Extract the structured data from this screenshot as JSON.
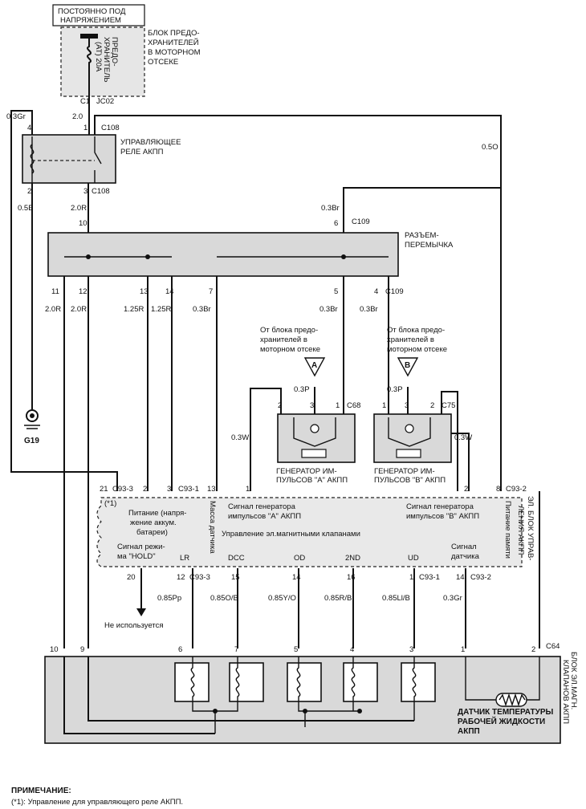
{
  "header": {
    "constant_power_line1": "ПОСТОЯННО ПОД",
    "constant_power_line2": "НАПРЯЖЕНИЕМ"
  },
  "fuse_block": {
    "label_line1": "БЛОК ПРЕДО-",
    "label_line2": "ХРАНИТЕЛЕЙ",
    "label_line3": "В МОТОРНОМ",
    "label_line4": "ОТСЕКЕ",
    "fuse_line1": "ПРЕДО-",
    "fuse_line2": "ХРАНИТЕЛЬ",
    "fuse_line3": "(АТ) 20A"
  },
  "relay": {
    "label_line1": "УПРАВЛЯЮЩЕЕ",
    "label_line2": "РЕЛЕ АКПП",
    "connector_top": "C108",
    "connector_bottom": "C108"
  },
  "connector_c02": {
    "pin": "C1",
    "name": "JC02"
  },
  "jumper": {
    "label_line1": "РАЗЪЕМ-",
    "label_line2": "ПЕРЕМЫЧКА",
    "connector_top": "C109",
    "connector_bottom": "C109"
  },
  "wires": {
    "w_2_0": "2.0",
    "w_0_3gr": "0.3Gr",
    "w_0_5o": "0.5O",
    "w_0_5b": "0.5B",
    "w_2_0r": "2.0R",
    "w_0_3br": "0.3Br",
    "w_1_25r": "1.25R",
    "w_0_3p": "0.3P",
    "w_0_3w": "0.3W",
    "w_0_85pp": "0.85Pp",
    "w_0_85ob": "0.85O/B",
    "w_0_85yo": "0.85Y/O",
    "w_0_85rb": "0.85R/B",
    "w_0_85lb": "0.85Ll/B",
    "w_0_3gr_b": "0.3Gr"
  },
  "pins": {
    "p1": "1",
    "p2": "2",
    "p3": "3",
    "p4": "4",
    "p5": "5",
    "p6": "6",
    "p7": "7",
    "p8": "8",
    "p9": "9",
    "p10": "10",
    "p11": "11",
    "p12": "12",
    "p13": "13",
    "p14": "14",
    "p15": "15",
    "p16": "16",
    "p20": "20",
    "p21": "21"
  },
  "ground": {
    "name": "G19"
  },
  "pulse_gen_a": {
    "from_line1": "От блока предо-",
    "from_line2": "хранителей в",
    "from_line3": "моторном отсеке",
    "ref": "A",
    "connector": "C68",
    "label_line1": "ГЕНЕРАТОР ИМ-",
    "label_line2": "ПУЛЬСОВ \"A\" АКПП"
  },
  "pulse_gen_b": {
    "from_line1": "От блока предо-",
    "from_line2": "хранителей в",
    "from_line3": "моторном отсеке",
    "ref": "B",
    "connector": "C75",
    "label_line1": "ГЕНЕРАТОР ИМ-",
    "label_line2": "ПУЛЬСОВ \"B\" АКПП"
  },
  "ecu": {
    "conn_c93_3": "C93-3",
    "conn_c93_1": "C93-1",
    "conn_c93_2": "C93-2",
    "note_ref": "(*1)",
    "power_line1": "Питание (напря-",
    "power_line2": "жение аккум.",
    "power_line3": "батареи)",
    "ground_sensor": "Масса датчика",
    "sig_a_line1": "Сигнал генератора",
    "sig_a_line2": "импульсов \"A\" АКПП",
    "sig_b_line1": "Сигнал генератора",
    "sig_b_line2": "импульсов \"B\" АКПП",
    "memory_power": "Питание памяти",
    "valve_control": "Управление эл.магнитными клапанами",
    "hold_line1": "Сигнал режи-",
    "hold_line2": "ма \"HOLD\"",
    "sensor_sig_line1": "Сигнал",
    "sensor_sig_line2": "датчика",
    "side_label_line1": "ЭЛ. БЛОК УПРАВ-",
    "side_label_line2": "ЛЕНИЯ АКПП",
    "valves": [
      "LR",
      "DCC",
      "OD",
      "2ND",
      "UD"
    ]
  },
  "not_used": "Не используется",
  "solenoid_block": {
    "connector": "C64",
    "side_line1": "БЛОК ЭЛ.МАГН.",
    "side_line2": "КЛАПАНОВ АКПП",
    "temp_line1": "ДАТЧИК ТЕМПЕРАТУРЫ",
    "temp_line2": "РАБОЧЕЙ ЖИДКОСТИ",
    "temp_line3": "АКПП"
  },
  "note": {
    "title": "ПРИМЕЧАНИЕ:",
    "text": "(*1): Управление для управляющего реле АКПП."
  }
}
